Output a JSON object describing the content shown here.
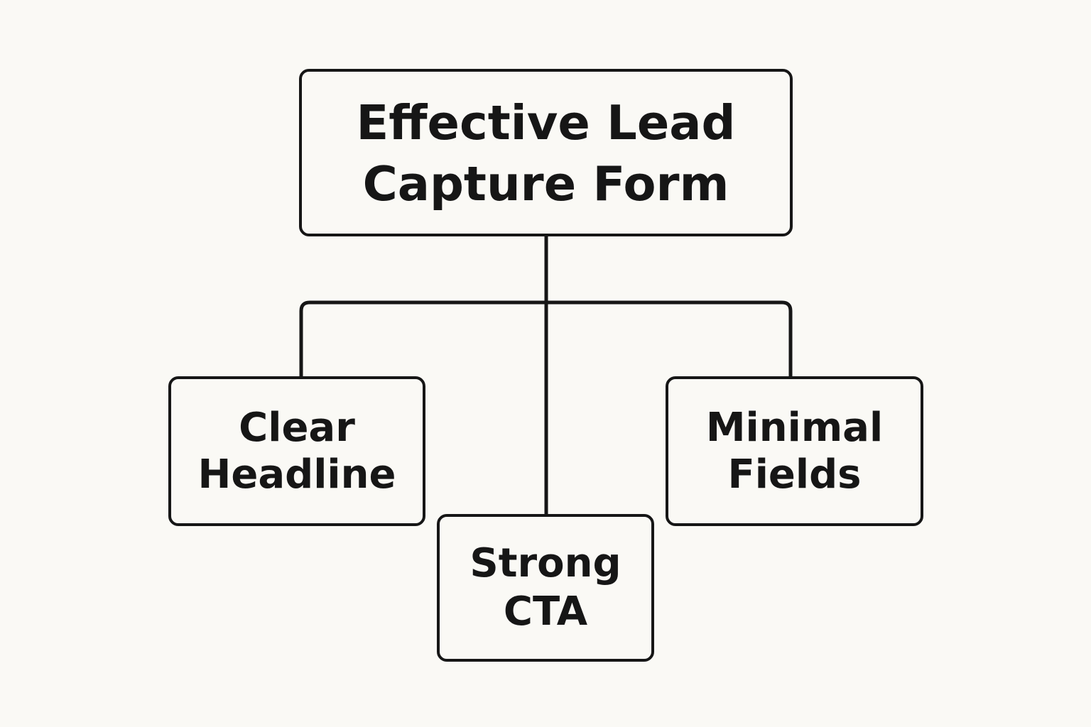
{
  "colors": {
    "background": "#faf9f5",
    "stroke": "#161616",
    "text": "#161616"
  },
  "root": {
    "line1": "Effective Lead",
    "line2": "Capture Form"
  },
  "children": [
    {
      "line1": "Clear",
      "line2": "Headline"
    },
    {
      "line1": "Strong",
      "line2": "CTA"
    },
    {
      "line1": "Minimal",
      "line2": "Fields"
    }
  ]
}
